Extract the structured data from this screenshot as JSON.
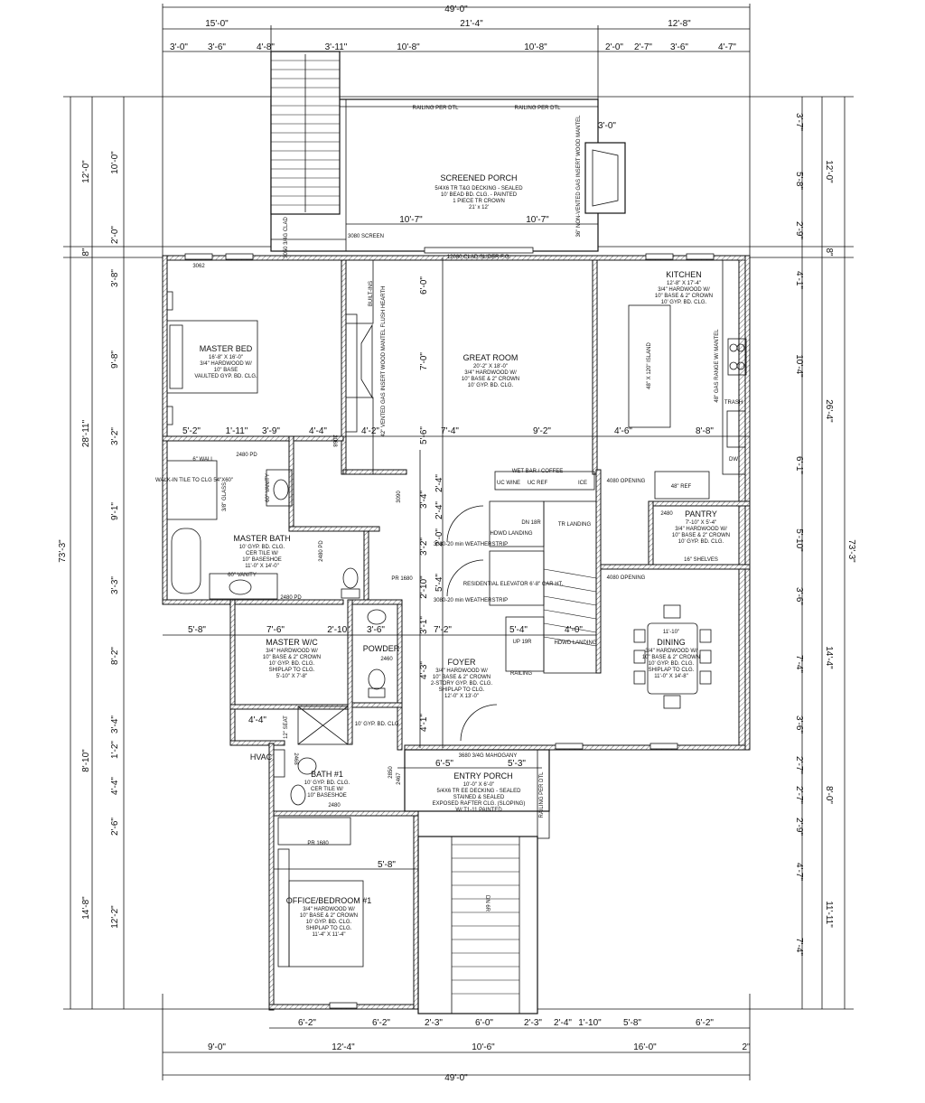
{
  "overall": {
    "width_top": "49'-0\"",
    "width_bottom": "49'-0\"",
    "depth_left": "73'-3\"",
    "depth_right": "73'-3\""
  },
  "top_dims_row1": [
    "15'-0\"",
    "21'-4\"",
    "12'-8\""
  ],
  "top_dims_row2": [
    "3'-0\"",
    "3'-6\"",
    "4'-8\"",
    "3'-11\"",
    "10'-8\"",
    "10'-8\"",
    "2'-0\"",
    "2'-7\"",
    "3'-6\"",
    "4'-7\""
  ],
  "bottom_dims_row1": [
    "6'-2\"",
    "6'-2\"",
    "2'-3\"",
    "6'-0\"",
    "2'-3\"",
    "2'-4\"",
    "1'-10\"",
    "5'-8\"",
    "6'-2\""
  ],
  "bottom_dims_row2": [
    "9'-0\"",
    "12'-4\"",
    "10'-6\"",
    "16'-0\"",
    "2\""
  ],
  "left_dims_outer": [
    "12'-0\"",
    "8\"",
    "28'-11\"",
    "8'-10\"",
    "14'-8\""
  ],
  "left_dims_inner": [
    "10'-0\"",
    "2'-0\"",
    "3'-8\"",
    "9'-8\"",
    "3'-2\"",
    "9'-1\"",
    "3'-3\"",
    "8'-2\"",
    "3'-4\"",
    "1'-2\"",
    "4'-4\"",
    "2'-6\"",
    "12'-2\""
  ],
  "right_dims_outer": [
    "12'-0\"",
    "8\"",
    "26'-4\"",
    "14'-4\"",
    "8'-0\"",
    "11'-11\""
  ],
  "right_dims_inner": [
    "3'-7\"",
    "5'-8\"",
    "2'-9\"",
    "4'-1\"",
    "10'-4\"",
    "6'-1\"",
    "5'-10\"",
    "3'-6\"",
    "7'-4\"",
    "3'-6\"",
    "2'-7\"",
    "2'-7\"",
    "2'-9\"",
    "4'-7\"",
    "7'-4\""
  ],
  "interior_dims": {
    "mid_row": [
      "5'-2\"",
      "1'-11\"",
      "3'-9\"",
      "4'-4\"",
      "4'-2\"",
      "7'-4\"",
      "9'-2\"",
      "4'-6\"",
      "8'-8\""
    ],
    "foyer_row": [
      "5'-8\"",
      "7'-6\"",
      "2'-10\"",
      "3'-6\"",
      "7'-2\"",
      "5'-4\"",
      "4'-0\""
    ],
    "porch": [
      "10'-7\"",
      "10'-7\""
    ],
    "gr_vertical": [
      "6'-0\"",
      "7'-0\"",
      "5'-6\""
    ],
    "stair_vertical": [
      "2'-4\"",
      "3'-4\"",
      "2'-4\"",
      "2'-0\"",
      "3'-2\"",
      "5'-4\"",
      "2'-10\"",
      "3'-1\"",
      "4'-3\"",
      "4'-1\""
    ],
    "misc": [
      "4'-4\"",
      "6'-5\"",
      "5'-3\"",
      "5'-8\"",
      "3'-0\""
    ]
  },
  "rooms": [
    {
      "name": "SCREENED PORCH",
      "lines": [
        "5/4X6 TR T&G DECKING - SEALED",
        "10' BEAD BD. CLG. - PAINTED",
        "1 PIECE TR CROWN",
        "21' x 12'"
      ]
    },
    {
      "name": "MASTER BED",
      "lines": [
        "16'-8\" X 16'-0\"",
        "3/4\" HARDWOOD W/",
        "10\" BASE",
        "VAULTED GYP. BD. CLG."
      ]
    },
    {
      "name": "GREAT ROOM",
      "lines": [
        "20'-2\" X 18'-0\"",
        "3/4\" HARDWOOD W/",
        "10\" BASE & 2\" CROWN",
        "10' GYP. BD. CLG."
      ]
    },
    {
      "name": "KITCHEN",
      "lines": [
        "12'-8\" X 17'-4\"",
        "3/4\" HARDWOOD W/",
        "10\" BASE & 2\" CROWN",
        "10' GYP. BD. CLG."
      ]
    },
    {
      "name": "MASTER BATH",
      "lines": [
        "10' GYP. BD. CLG.",
        "CER TILE W/",
        "10\" BASESHOE",
        "11'-0\" X 14'-0\""
      ]
    },
    {
      "name": "PANTRY",
      "lines": [
        "7'-10\" X 5'-4\"",
        "3/4\" HARDWOOD W/",
        "10\" BASE & 2\" CROWN",
        "10' GYP. BD. CLG."
      ]
    },
    {
      "name": "MASTER W/C",
      "lines": [
        "3/4\" HARDWOOD W/",
        "10\" BASE & 2\" CROWN",
        "10' GYP. BD. CLG.",
        "SHIPLAP TO CLG.",
        "5'-10\" X 7'-8\""
      ]
    },
    {
      "name": "POWDER",
      "lines": []
    },
    {
      "name": "FOYER",
      "lines": [
        "3/4\" HARDWOOD W/",
        "10\" BASE & 2\" CROWN",
        "2-STORY GYP. BD. CLG.",
        "SHIPLAP TO CLG.",
        "12'-0\" X 13'-0\""
      ]
    },
    {
      "name": "DINING",
      "lines": [
        "11'-10\"",
        "3/4\" HARDWOOD W/",
        "10\" BASE & 2\" CROWN",
        "10' GYP. BD. CLG.",
        "SHIPLAP TO CLG.",
        "11'-0\" X 14'-8\""
      ]
    },
    {
      "name": "BATH #1",
      "lines": [
        "10' GYP. BD. CLG.",
        "CER TILE W/",
        "10\" BASESHOE"
      ]
    },
    {
      "name": "ENTRY PORCH",
      "lines": [
        "10'-0\" X 6'-0\"",
        "5/4X6 TR EE DECKING - SEALED",
        "STAINED & SEALED",
        "EXPOSED RAFTER CLG. (SLOPING)",
        "W/ T1-11 PAINTED"
      ]
    },
    {
      "name": "OFFICE/BEDROOM #1",
      "lines": [
        "3/4\" HARDWOOD W/",
        "10\" BASE & 2\" CROWN",
        "10' GYP. BD. CLG.",
        "SHIPLAP TO CLG.",
        "11'-4\" X 11'-4\""
      ]
    },
    {
      "name": "HVAC",
      "lines": []
    }
  ],
  "notes": {
    "railing_left": "RAILING PER DTL",
    "railing_right": "RAILING PER DTL",
    "fireplace_porch": "36\" NON-VENTED GAS INSERT WOOD MANTEL",
    "fireplace_great": "42\" VENTED GAS INSERT WOOD MANTEL FLUSH HEARTH",
    "screen_door": "3080 SCREEN",
    "clad_door": "3050 3/4G CLAD",
    "slider": "12080 CLAD SLIDER F.G.",
    "window_3062": "3062",
    "island": "48\" X 120\" ISLAND",
    "gas_range": "48\" GAS RANGE W/ MANTEL",
    "trash": "TRASH",
    "dw": "DW",
    "built_ins": "BUILT-INS",
    "wet_bar": "WET BAR / COFFEE",
    "uc_wine": "UC WINE",
    "uc_ref": "UC REF",
    "ice": "ICE",
    "ref48": "48\" REF",
    "opening1": "4080 OPENING",
    "opening2": "4080 OPENING",
    "shelves": "16\" SHELVES",
    "pd_2480": "2480 PD",
    "pd_2480b": "2480 PD",
    "pd_2480c": "2480 PD",
    "walkin_tile": "WALK-IN TILE TO CLG 54\"X60\"",
    "glass_38": "3/8\" GLASS",
    "vanity_60": "60\" VANITY",
    "vanity_60b": "60\" VANITY",
    "pr_1680": "PR 1680",
    "pr_1680b": "PR 1680",
    "wall_6": "6\" WALL",
    "dn_18r": "DN 18R",
    "tr_landing": "TR LANDING",
    "hdwd_landing": "HDWD LANDING",
    "hdwd_landing2": "HDWD LANDING",
    "weatherstrip1": "3080-20 min WEATHERSTRIP",
    "weatherstrip2": "3080-20 min WEATHERSTRIP",
    "elevator": "RESIDENTIAL ELEVATOR 6'-8\" CAR HT.",
    "up_19r": "UP 19R",
    "railing": "RAILING",
    "mahogany": "3680 3/4G MAHOGANY",
    "seat": "12\" SEAT",
    "gyp_clg": "10' GYP. BD. CLG.",
    "dn_6r": "DN 6R",
    "railing_per_dtl": "RAILING PER DTL",
    "door_2480": "2480",
    "door_2460": "2460",
    "door_2480b": "2480",
    "door_2850": "2850",
    "door_2068": "2068",
    "door_3090": "3090",
    "door_2468": "2468",
    "door_2467": "2467"
  }
}
